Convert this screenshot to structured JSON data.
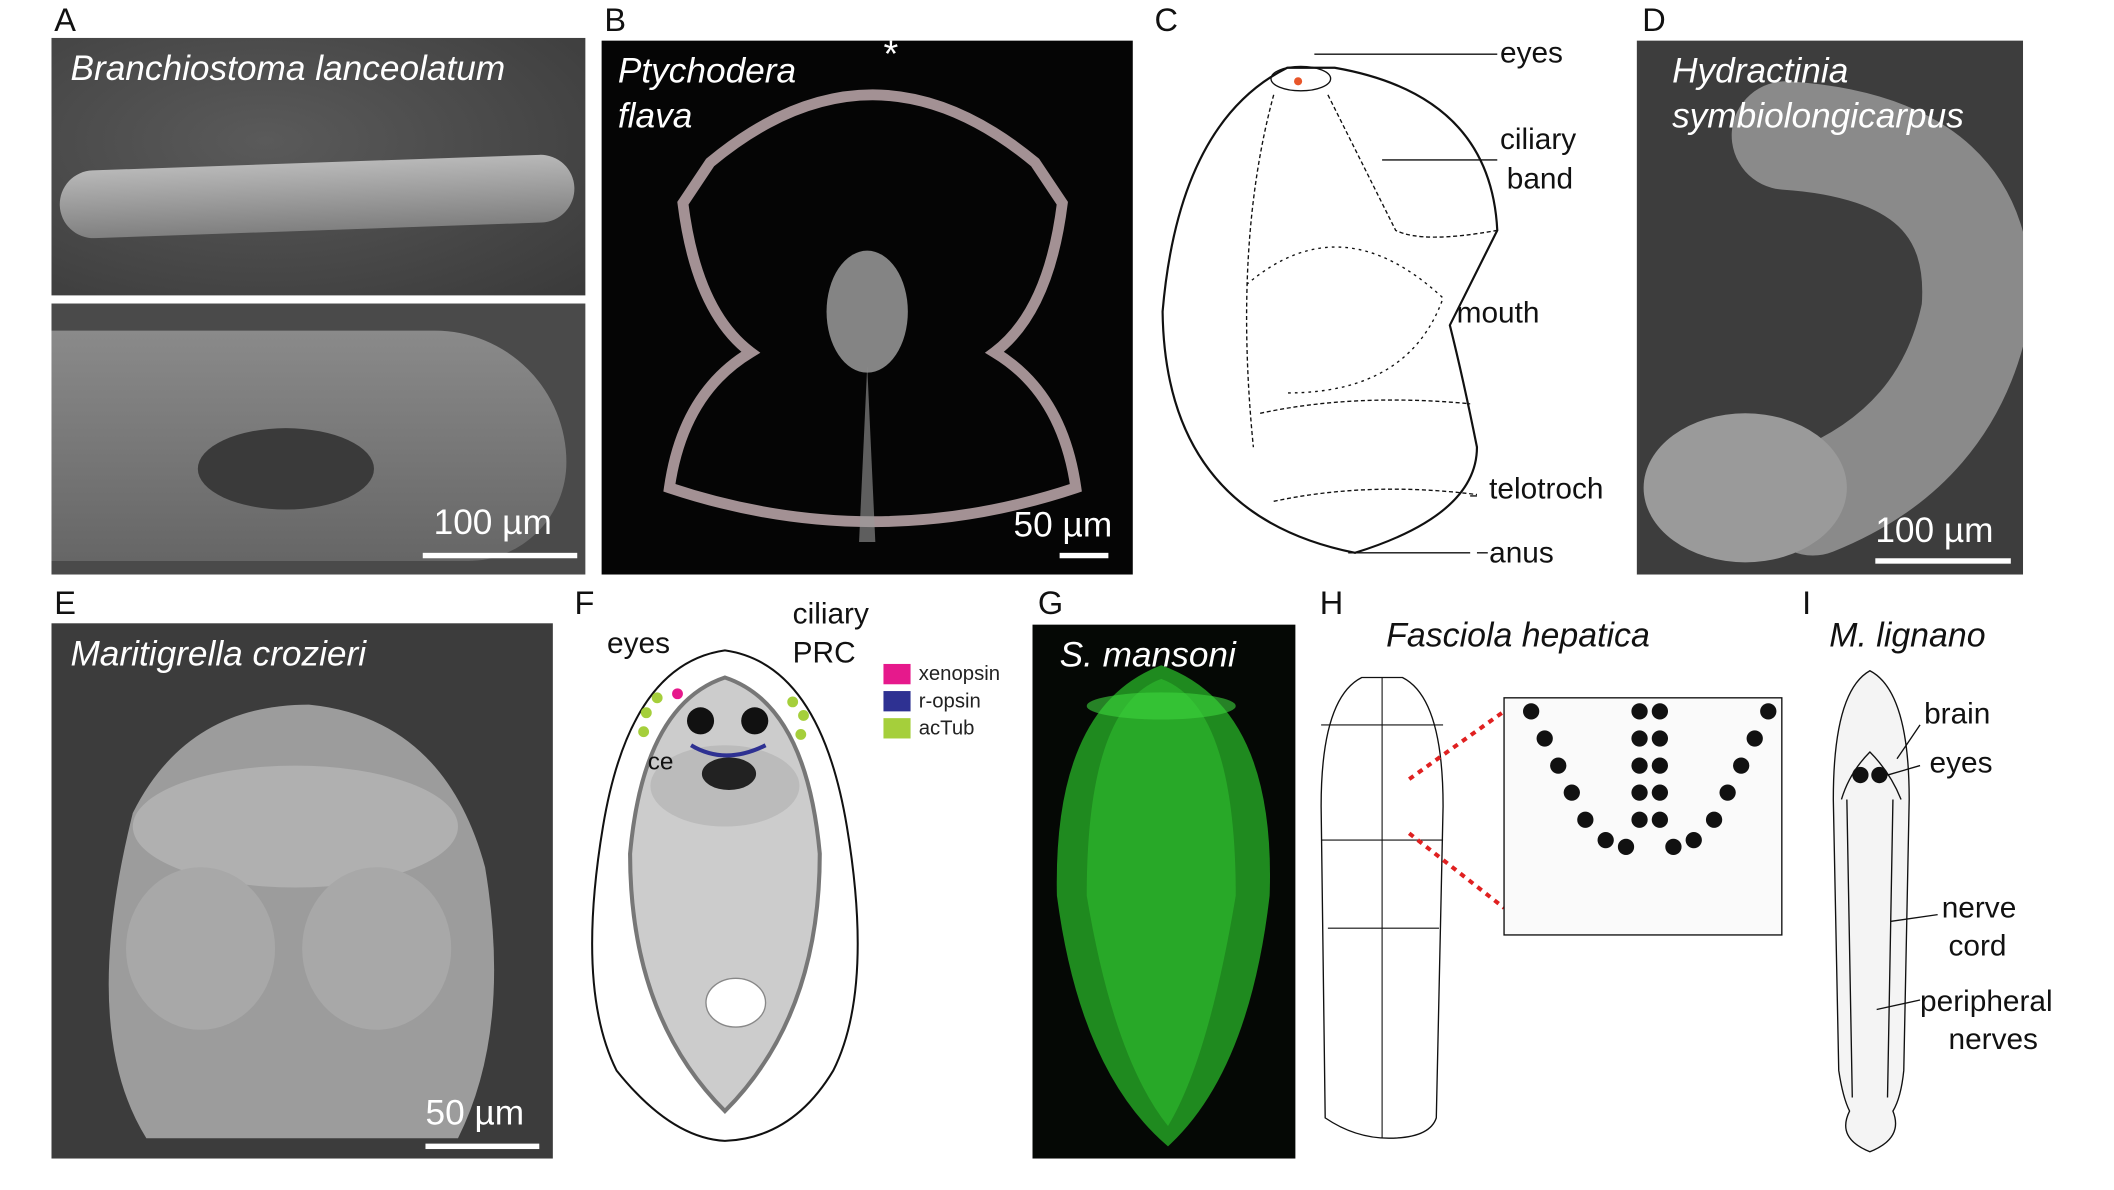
{
  "panels": {
    "A": {
      "label": "A",
      "title": "Branchiostoma lanceolatum",
      "scale_bar": "100 µm"
    },
    "B": {
      "label": "B",
      "title_line1": "Ptychodera",
      "title_line2": "flava",
      "marker": "*",
      "scale_bar": "50 µm"
    },
    "C": {
      "label": "C",
      "annotations": {
        "eyes": "eyes",
        "ciliary1": "ciliary",
        "ciliary2": "band",
        "mouth": "mouth",
        "telotroch": "telotroch",
        "anus": "anus"
      }
    },
    "D": {
      "label": "D",
      "title_line1": "Hydractinia",
      "title_line2": "symbiolongicarpus",
      "scale_bar": "100 µm"
    },
    "E": {
      "label": "E",
      "title": "Maritigrella crozieri",
      "scale_bar": "50 µm"
    },
    "F": {
      "label": "F",
      "annotations": {
        "eyes": "eyes",
        "prc1": "ciliary",
        "prc2": "PRC",
        "ce": "ce"
      },
      "legend": [
        {
          "name": "xenopsin",
          "color": "#e6198c"
        },
        {
          "name": "r-opsin",
          "color": "#2e3192"
        },
        {
          "name": "acTub",
          "color": "#a5cf3b"
        }
      ]
    },
    "G": {
      "label": "G",
      "title": "S. mansoni"
    },
    "H": {
      "label": "H",
      "title": "Fasciola hepatica"
    },
    "I": {
      "label": "I",
      "title": "M. lignano",
      "annotations": {
        "brain": "brain",
        "eyes": "eyes",
        "nerve1": "nerve",
        "nerve2": "cord",
        "peri1": "peripheral",
        "peri2": "nerves"
      }
    }
  }
}
